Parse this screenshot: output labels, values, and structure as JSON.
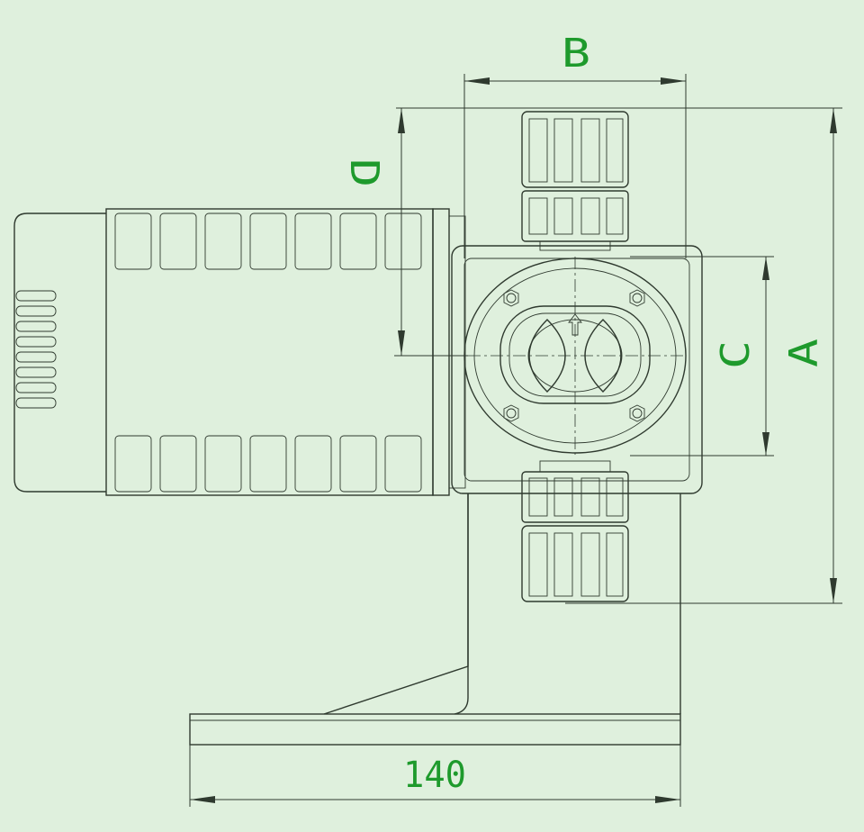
{
  "dimensions": {
    "overall_width": "140",
    "dim_a": "A",
    "dim_b": "B",
    "dim_c": "C",
    "dim_d": "D"
  },
  "colors": {
    "background": "#dff0dd",
    "line": "#2f3a2f",
    "label": "#1e9a2c"
  }
}
